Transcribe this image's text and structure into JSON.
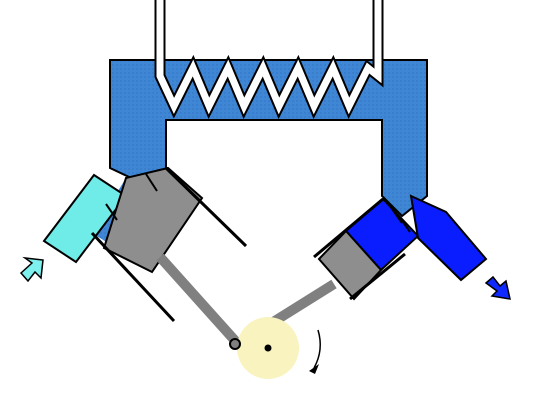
{
  "diagram": {
    "colors": {
      "background": "#ffffff",
      "outline": "#000000",
      "hot_gas": "#3f86d4",
      "hot_gas_dots": "#2f73c3",
      "cold_gas": "#0a1dff",
      "inlet_gas": "#70ece8",
      "inlet_arrow": "#7ef0ee",
      "outlet_arrow": "#1029ff",
      "piston": "#8e8e8e",
      "rod": "#808080",
      "flywheel": "#f9f3bf",
      "heater_tube": "#ffffff"
    },
    "components": [
      {
        "id": "regenerator-heater",
        "icon": "zigzag-heater-icon"
      },
      {
        "id": "hot-cylinder",
        "icon": "cylinder-icon"
      },
      {
        "id": "cold-cylinder",
        "icon": "cylinder-icon"
      },
      {
        "id": "flywheel",
        "icon": "flywheel-icon"
      },
      {
        "id": "inlet",
        "icon": "inlet-arrow-icon"
      },
      {
        "id": "outlet",
        "icon": "outlet-arrow-icon"
      },
      {
        "id": "rotation",
        "icon": "rotation-arrow-icon"
      }
    ]
  }
}
